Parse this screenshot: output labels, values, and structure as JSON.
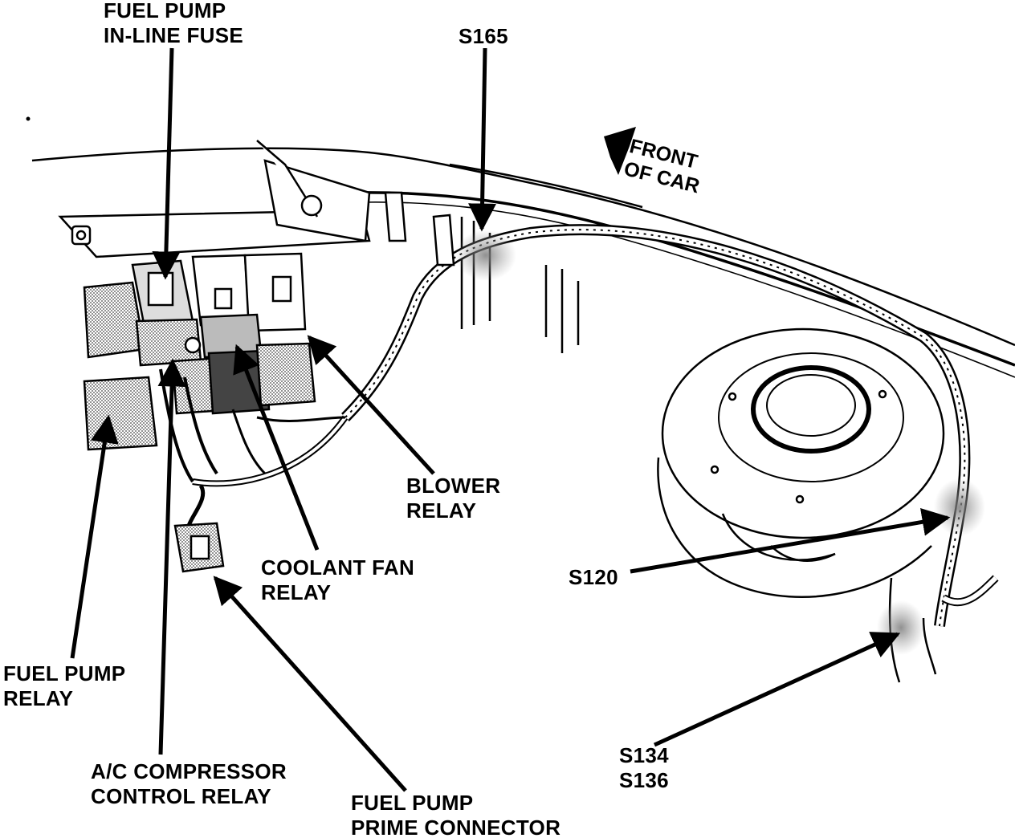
{
  "labels": {
    "fuel_pump_inline_fuse": [
      "FUEL PUMP",
      "IN-LINE FUSE"
    ],
    "s165": "S165",
    "front_of_car": [
      "FRONT",
      "OF CAR"
    ],
    "blower_relay": [
      "BLOWER",
      "RELAY"
    ],
    "coolant_fan_relay": [
      "COOLANT FAN",
      "RELAY"
    ],
    "s120": "S120",
    "fuel_pump_relay": [
      "FUEL PUMP",
      "RELAY"
    ],
    "ac_compressor_control_relay": [
      "A/C COMPRESSOR",
      "CONTROL RELAY"
    ],
    "fuel_pump_prime_connector": [
      "FUEL PUMP",
      "PRIME CONNECTOR"
    ],
    "s134_s136": [
      "S134",
      "S136"
    ]
  },
  "colors": {
    "ink": "#000000",
    "paper": "#ffffff",
    "shade": "#9a9a9a"
  }
}
